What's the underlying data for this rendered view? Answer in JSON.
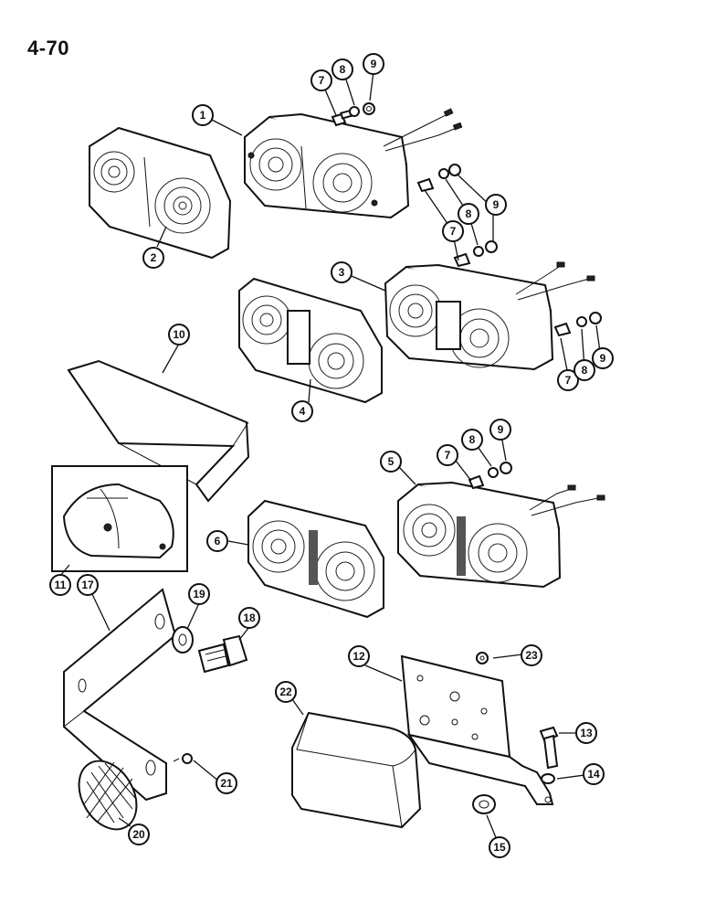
{
  "page": {
    "number": "4-70"
  },
  "callouts": [
    {
      "id": "c1",
      "label": "1"
    },
    {
      "id": "c2",
      "label": "2"
    },
    {
      "id": "c3",
      "label": "3"
    },
    {
      "id": "c4",
      "label": "4"
    },
    {
      "id": "c5",
      "label": "5"
    },
    {
      "id": "c6",
      "label": "6"
    },
    {
      "id": "c7a",
      "label": "7"
    },
    {
      "id": "c8a",
      "label": "8"
    },
    {
      "id": "c9a",
      "label": "9"
    },
    {
      "id": "c7b",
      "label": "7"
    },
    {
      "id": "c8b",
      "label": "8"
    },
    {
      "id": "c9b",
      "label": "9"
    },
    {
      "id": "c7c",
      "label": "7"
    },
    {
      "id": "c8c",
      "label": "8"
    },
    {
      "id": "c9c",
      "label": "9"
    },
    {
      "id": "c7d",
      "label": "7"
    },
    {
      "id": "c8d",
      "label": "8"
    },
    {
      "id": "c9d",
      "label": "9"
    },
    {
      "id": "c10",
      "label": "10"
    },
    {
      "id": "c11",
      "label": "11"
    },
    {
      "id": "c12",
      "label": "12"
    },
    {
      "id": "c13",
      "label": "13"
    },
    {
      "id": "c14",
      "label": "14"
    },
    {
      "id": "c15",
      "label": "15"
    },
    {
      "id": "c17",
      "label": "17"
    },
    {
      "id": "c18",
      "label": "18"
    },
    {
      "id": "c19",
      "label": "19"
    },
    {
      "id": "c20",
      "label": "20"
    },
    {
      "id": "c21",
      "label": "21"
    },
    {
      "id": "c22",
      "label": "22"
    },
    {
      "id": "c23",
      "label": "23"
    }
  ]
}
